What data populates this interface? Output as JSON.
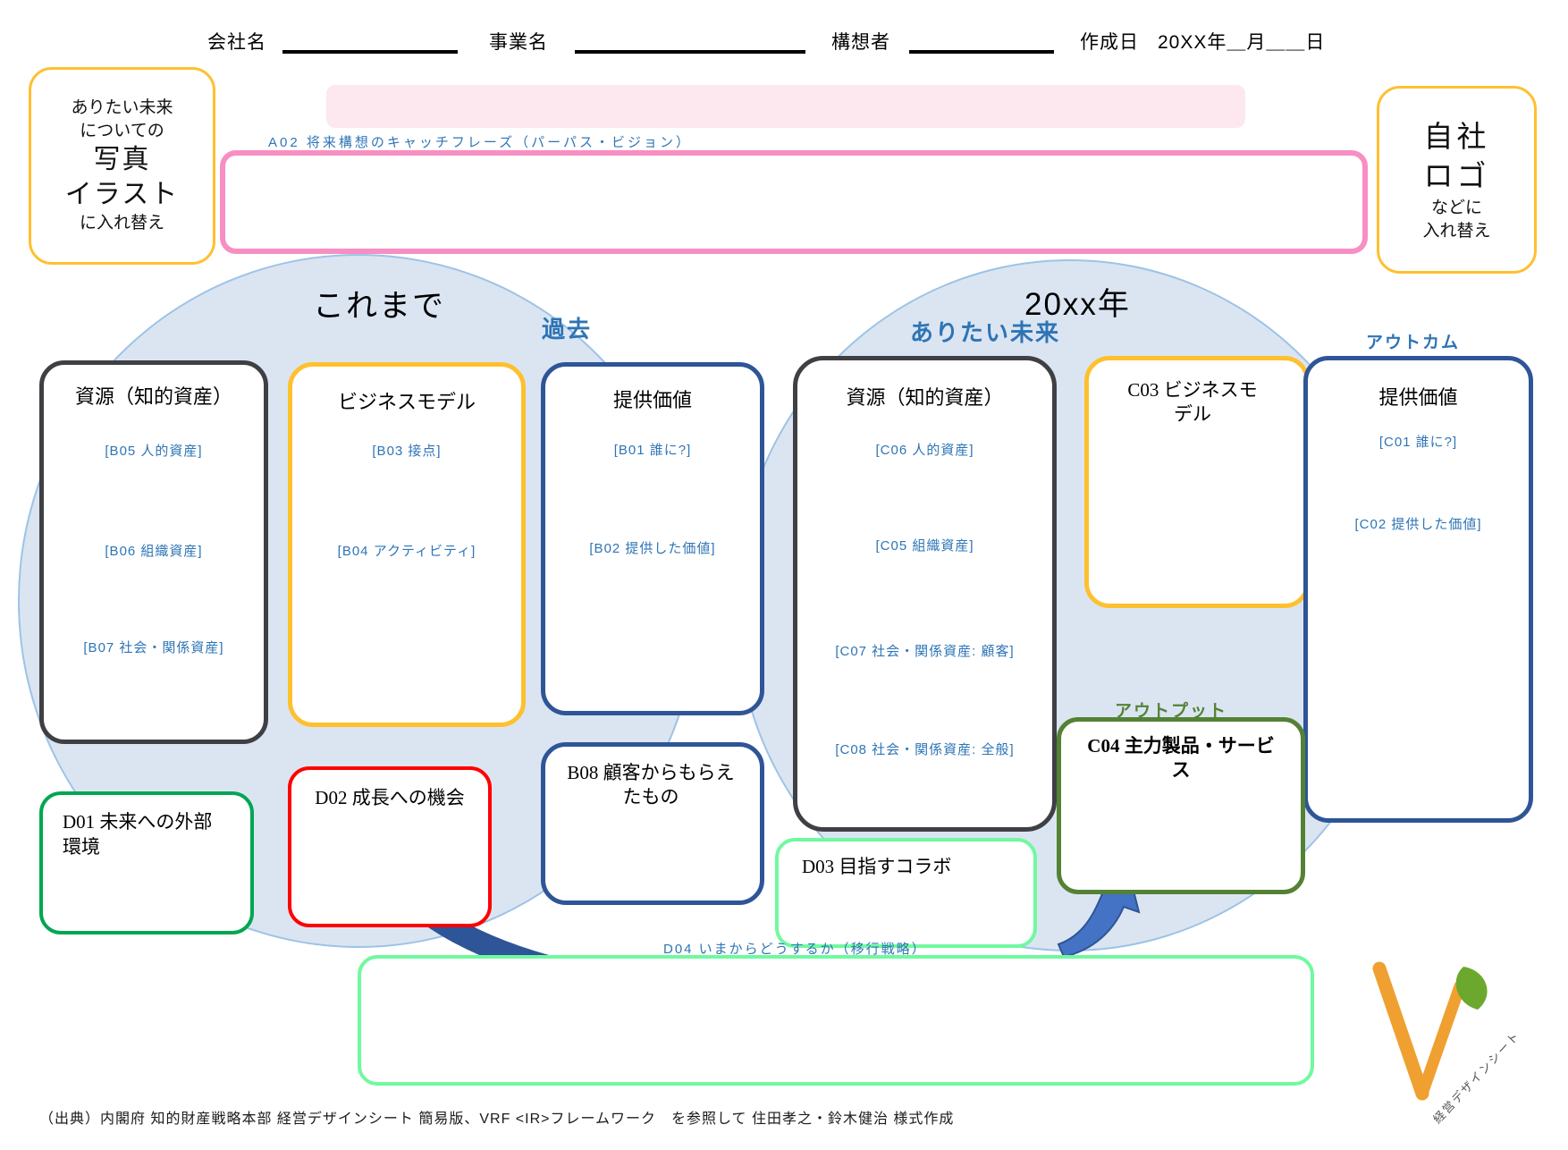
{
  "header": {
    "company_label": "会社名",
    "business_label": "事業名",
    "planner_label": "構想者",
    "date_label": "作成日",
    "date_value": "20XX年＿月＿＿日"
  },
  "photo_placeholder": {
    "line1": "ありたい未来",
    "line2": "についての",
    "line3": "写真",
    "line4": "イラスト",
    "line5": "に入れ替え"
  },
  "logo_placeholder": {
    "line1": "自社",
    "line2": "ロゴ",
    "line3": "などに",
    "line4": "入れ替え"
  },
  "catchphrase_label": "A02 将来構想のキャッチフレーズ（パーパス・ビジョン）",
  "past": {
    "era_title": "これまで",
    "era_tag": "過去",
    "resources_title": "資源（知的資産）",
    "resources_items": [
      "[B05 人的資産]",
      "[B06 組織資産]",
      "[B07 社会・関係資産]"
    ],
    "model_title": "ビジネスモデル",
    "model_items": [
      "[B03 接点]",
      "[B04 アクティビティ]"
    ],
    "value_title": "提供価値",
    "value_items": [
      "[B01 誰に?]",
      "[B02 提供した価値]"
    ],
    "feedback_title": "B08 顧客からもらえたもの"
  },
  "future": {
    "era_title": "20xx年",
    "era_tag": "ありたい未来",
    "outcome_tag": "アウトカム",
    "output_tag": "アウトプット",
    "resources_title": "資源（知的資産）",
    "resources_items": [
      "[C06 人的資産]",
      "[C05 組織資産]",
      "[C07 社会・関係資産: 顧客]",
      "[C08 社会・関係資産: 全般]"
    ],
    "model_title": "C03 ビジネスモデル",
    "value_title": "提供価値",
    "value_items": [
      "[C01 誰に?]",
      "[C02 提供した価値]"
    ],
    "products_title": "C04 主力製品・サービス"
  },
  "strategy": {
    "d01_title": "D01 未来への外部環境",
    "d02_title": "D02 成長への機会",
    "d03_title": "D03 目指すコラボ",
    "d04_label": "D04 いまからどうするか（移行戦略）"
  },
  "footer": {
    "attribution": "（出典）内閣府 知的財産戦略本部 経営デザインシート 簡易版、VRF <IR>フレームワーク　を参照して 住田孝之・鈴木健治 様式作成",
    "logo_text": "経営デザインシート"
  },
  "colors": {
    "orange_border": "#FFC02E",
    "pink_border": "#F78FC3",
    "pink_fill": "#FCE8EE",
    "dark_border": "#3F3F44",
    "blue_border": "#2E5597",
    "green_border": "#00A651",
    "red_border": "#FF0000",
    "mint_border": "#70F99F",
    "dark_green_border": "#548235",
    "blue_text": "#2E75B6",
    "ellipse_fill": "#DBE5F2",
    "arrow_blue": "#4472C4"
  }
}
